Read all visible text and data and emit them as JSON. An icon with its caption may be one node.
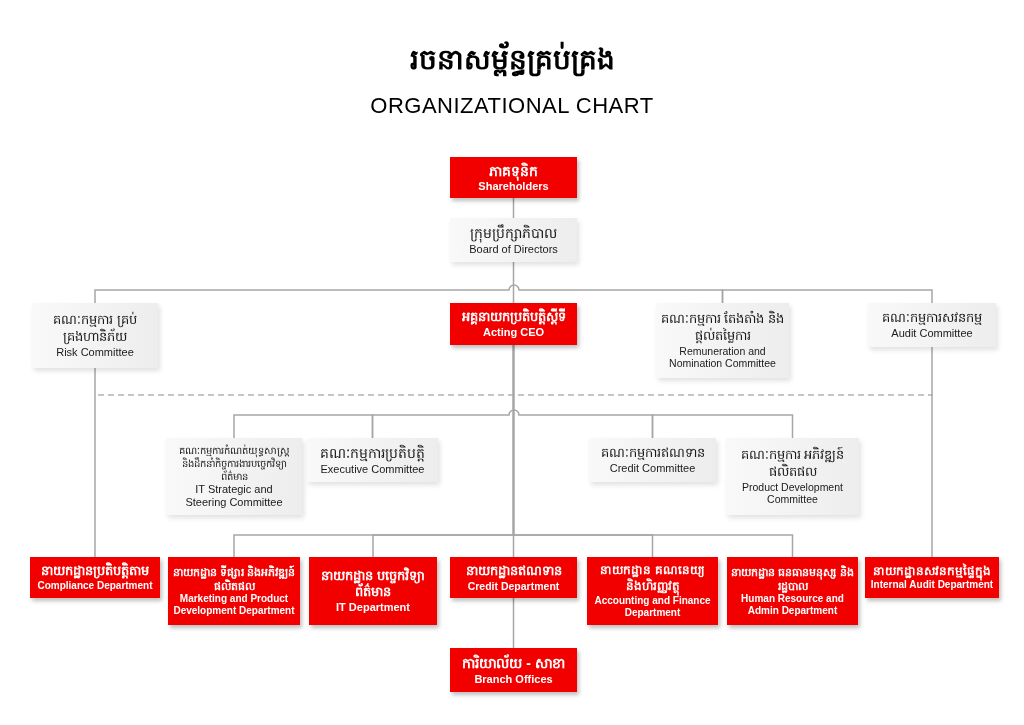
{
  "diagram": {
    "title": "រចនាសម្ព័ន្ធគ្រប់គ្រង",
    "nodes": [
      {
        "text": [
          "ភាគទុនិក",
          "Shareholders"
        ]
      },
      {
        "text": [
          "ក្រុមប្រឹក្សាភិបាល",
          "Board of Directors"
        ]
      },
      {
        "text": [
          "គណៈកម្មការ គ្រប់គ្រងហានិភ័យ",
          "Risk Committee"
        ]
      },
      {
        "text": [
          "អគ្គនាយកប្រតិបត្តិស្តីទី",
          "Acting CEO"
        ]
      },
      {
        "text": [
          "គណៈកម្មការ តែងតាំង និងផ្តល់តម្លៃការ",
          "Remuneration and Nomination Committee"
        ]
      },
      {
        "text": [
          "គណៈកម្មការសវនកម្ម",
          "Audit Committee"
        ]
      },
      {
        "text": [
          "គណៈកម្មការកំណត់យុទ្ធសាស្ត្រ និងដឹកនាំកិច្ចការងារបច្ចេកវិទ្យាព័ត៌មាន",
          "IT Strategic and Steering Committee"
        ]
      },
      {
        "text": [
          "គណៈកម្មការប្រតិបត្តិ",
          "Executive Committee"
        ]
      },
      {
        "text": [
          "គណៈកម្មការឥណទាន",
          "Credit Committee"
        ]
      },
      {
        "text": [
          "គណៈកម្មការ អភិវឌ្ឍន៍ផលិតផល",
          "Product Development Committee"
        ]
      },
      {
        "text": [
          "នាយកដ្ឋានប្រតិបត្តិតាម",
          "Compliance Department"
        ]
      },
      {
        "text": [
          "នាយកដ្ឋាន ទីផ្សារ និងអភិវឌ្ឍន៍ផលិតផល",
          "Marketing and Product Development Department"
        ]
      },
      {
        "text": [
          "នាយកដ្ឋាន បច្ចេកវិទ្យាព័ត៌មាន",
          "IT Department"
        ]
      },
      {
        "text": [
          "នាយកដ្ឋានឥណទាន",
          "Credit Department"
        ]
      },
      {
        "text": [
          "នាយកដ្ឋាន គណនេយ្យ និងហិរញ្ញវត្ថុ",
          "Accounting and Finance Department"
        ]
      },
      {
        "text": [
          "នាយកដ្ឋាន ធនធានមនុស្ស និងរដ្ឋបាល",
          "Human Resource and Admin Department"
        ]
      },
      {
        "text": [
          "នាយកដ្ឋានសវនកម្មផ្ទៃក្នុង",
          "Internal Audit Department"
        ]
      },
      {
        "text": [
          "ការិយាល័យ - សាខា",
          "Branch Offices"
        ]
      }
    ],
    "edges": [
      {
        "from": 0,
        "to": 1,
        "arrow": "none"
      },
      {
        "from": 1,
        "to": 3,
        "arrow": "none"
      },
      {
        "from": 2,
        "to": 4,
        "arrow": "none"
      },
      {
        "from": 4,
        "to": 5,
        "arrow": "none"
      },
      {
        "from": 2,
        "to": 10,
        "arrow": "none"
      },
      {
        "from": 5,
        "to": 16,
        "arrow": "none"
      },
      {
        "from": 6,
        "to": 7,
        "arrow": "none"
      },
      {
        "from": 7,
        "to": 8,
        "arrow": "none"
      },
      {
        "from": 8,
        "to": 9,
        "arrow": "none"
      },
      {
        "from": 3,
        "to": 13,
        "arrow": "none"
      },
      {
        "from": 3,
        "to": 11,
        "arrow": "none"
      },
      {
        "from": 3,
        "to": 12,
        "arrow": "none"
      },
      {
        "from": 3,
        "to": 14,
        "arrow": "none"
      },
      {
        "from": 3,
        "to": 15,
        "arrow": "none"
      },
      {
        "from": 13,
        "to": 17,
        "arrow": "none"
      }
    ],
    "labels": [
      "ORGANIZATIONAL CHART"
    ]
  }
}
